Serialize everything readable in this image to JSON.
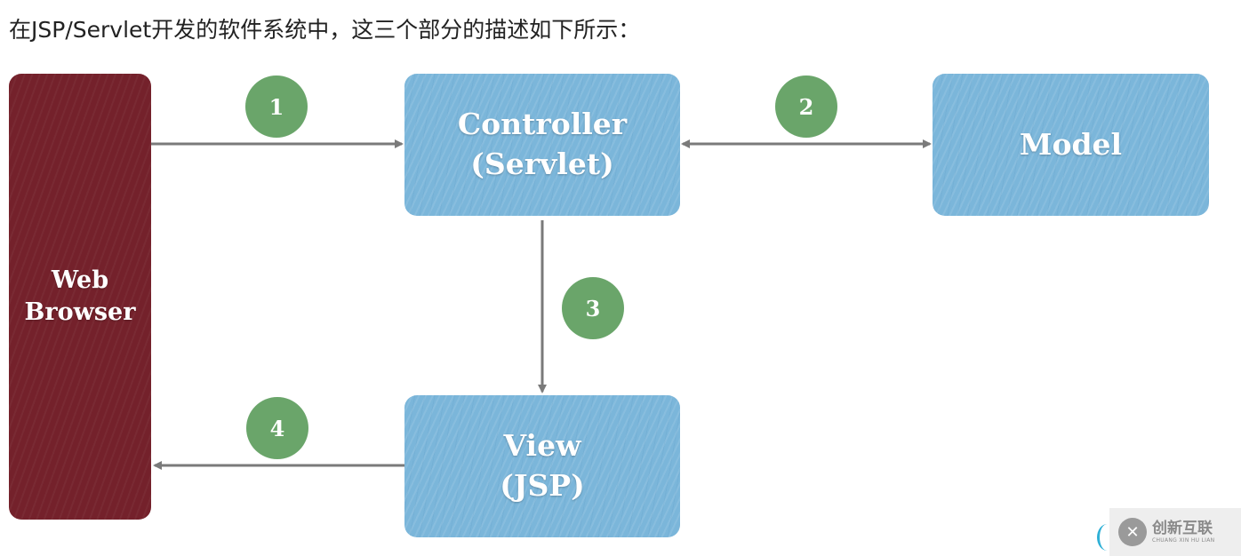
{
  "heading": "在JSP/Servlet开发的软件系统中，这三个部分的描述如下所示：",
  "nodes": {
    "browser": {
      "line1": "Web",
      "line2": "Browser",
      "color": "#74212b"
    },
    "controller": {
      "line1": "Controller",
      "line2": "(Servlet)",
      "color": "#7bb6da"
    },
    "model": {
      "line1": "Model",
      "color": "#7bb6da"
    },
    "view": {
      "line1": "View",
      "line2": "(JSP)",
      "color": "#7bb6da"
    }
  },
  "steps": [
    {
      "label": "1",
      "from": "Web Browser",
      "to": "Controller (Servlet)"
    },
    {
      "label": "2",
      "from": "Controller (Servlet)",
      "to": "Model",
      "bidirectional": true
    },
    {
      "label": "3",
      "from": "Controller (Servlet)",
      "to": "View (JSP)"
    },
    {
      "label": "4",
      "from": "View (JSP)",
      "to": "Web Browser"
    }
  ],
  "badge_color": "#6aa56a",
  "arrow_color": "#7a7a7a",
  "watermark": {
    "logo_icon": "brand-logo-icon",
    "text_cn": "创新互联",
    "text_en": "CHUANG XIN HU LIAN"
  }
}
